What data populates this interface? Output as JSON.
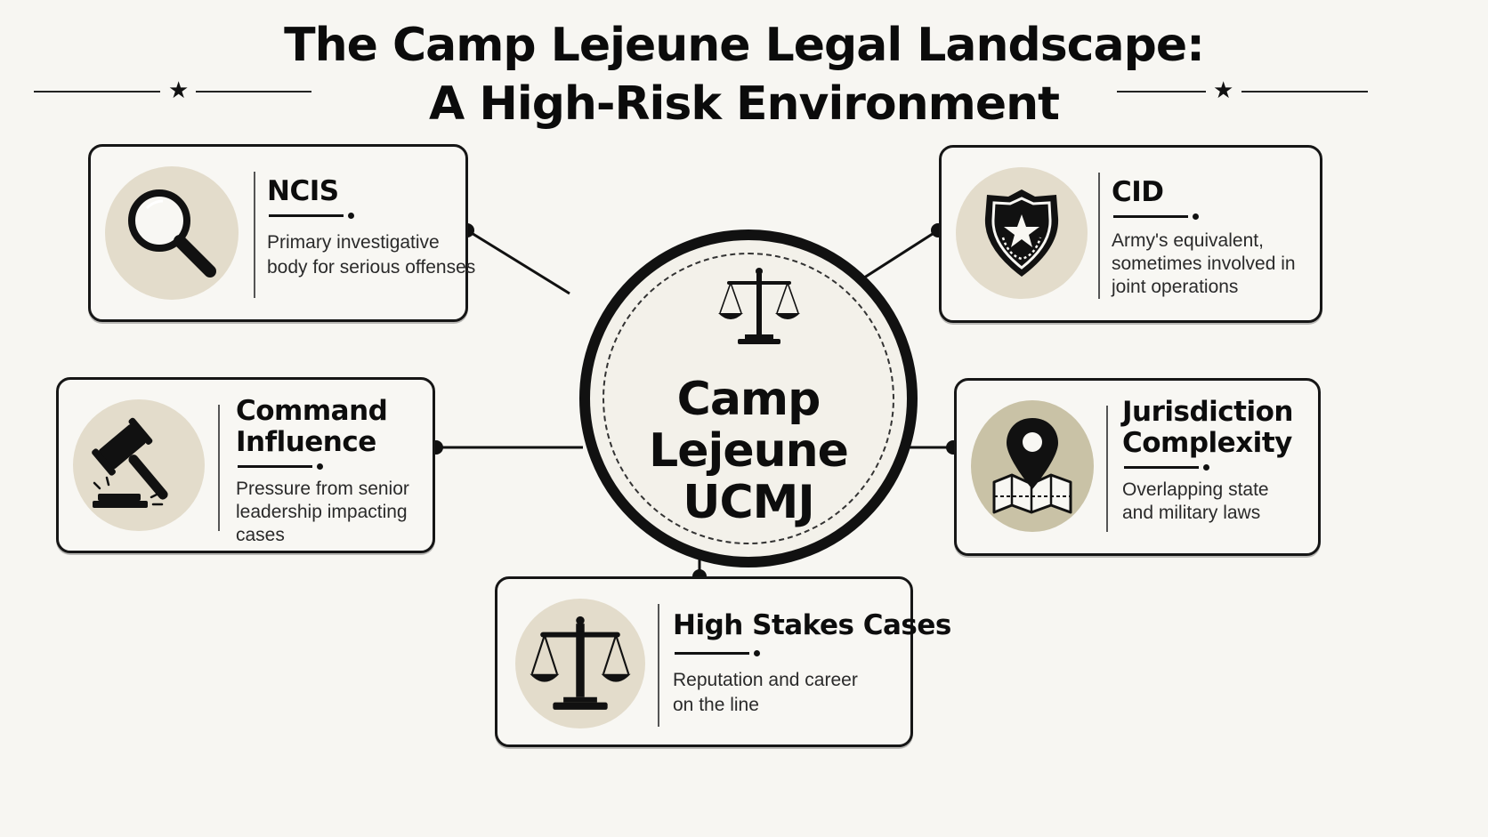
{
  "title": {
    "line1": "The Camp Lejeune Legal Landscape:",
    "line2": "A High-Risk Environment"
  },
  "hub": {
    "line1": "Camp",
    "line2": "Lejeune",
    "line3": "UCMJ",
    "icon": "scales-icon"
  },
  "cards": {
    "ncis": {
      "title": "NCIS",
      "desc1": "Primary investigative",
      "desc2": "body for serious offenses",
      "icon": "magnifier-icon"
    },
    "cid": {
      "title": "CID",
      "desc1": "Army's equivalent,",
      "desc2": "sometimes involved in",
      "desc3": "joint operations",
      "icon": "badge-icon"
    },
    "command": {
      "title1": "Command",
      "title2": "Influence",
      "desc1": "Pressure from senior",
      "desc2": "leadership impacting",
      "desc3": "cases",
      "icon": "gavel-icon"
    },
    "jurisdiction": {
      "title1": "Jurisdiction",
      "title2": "Complexity",
      "desc1": "Overlapping state",
      "desc2": "and military laws",
      "icon": "map-pin-icon"
    },
    "stakes": {
      "title": "High Stakes Cases",
      "desc1": "Reputation and career",
      "desc2": "on the line",
      "icon": "scales-icon"
    }
  },
  "colors": {
    "ink": "#111111",
    "icon_bg": "#e3dccb",
    "icon_bg_dark": "#c9c2a6",
    "background": "#f7f6f2"
  }
}
